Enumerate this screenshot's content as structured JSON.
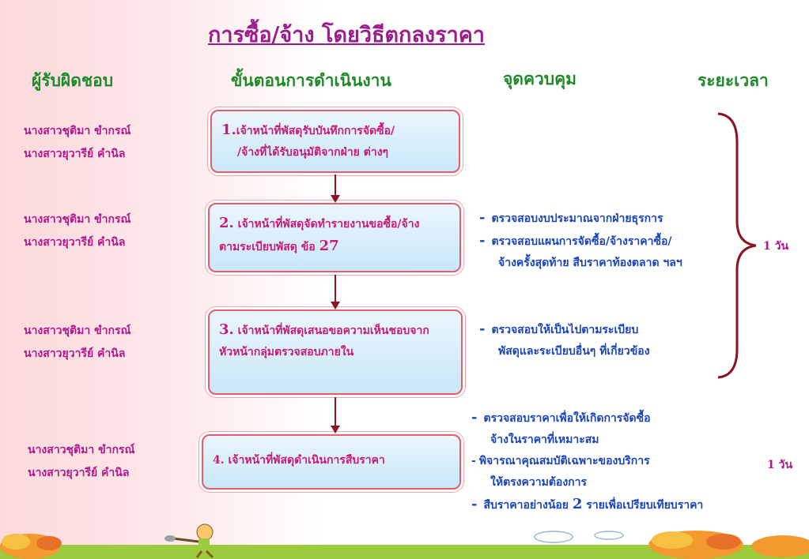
{
  "title": "การซื้อ/จ้าง โดยวิธีตกลงราคา",
  "headers": {
    "responsible": "ผู้รับผิดชอบ",
    "steps": "ขั้นตอนการดำเนินงาน",
    "control": "จุดควบคุม",
    "duration": "ระยะเวลา"
  },
  "rows": [
    {
      "responsible": [
        "นางสาวชุติมา  ขำกรณ์",
        "นางสาวยุวารีย์  คำนิล"
      ],
      "step_number": "1.",
      "step_lines": [
        "เจ้าหน้าที่พัสดุรับบันทึกการจัดซื้อ/",
        "/จ้างที่ได้รับอนุมัติจากฝ่าย ต่างๆ"
      ]
    },
    {
      "responsible": [
        "นางสาวชุติมา  ขำกรณ์",
        "นางสาวยุวารีย์  คำนิล"
      ],
      "step_number": "2.",
      "step_lines": [
        "เจ้าหน้าที่พัสดุจัดทำรายงานขอซื้อ/จ้าง",
        "ตามระเบียบพัสดุ ข้อ"
      ],
      "step_clause": "27",
      "controls": [
        {
          "dash": "-",
          "lines": [
            "ตรวจสอบงบประมาณจากฝ่ายธุรการ"
          ]
        },
        {
          "dash": "-",
          "lines": [
            "ตรวจสอบแผนการจัดซื้อ/จ้างราคาซื้อ/",
            "จ้างครั้งสุดท้าย  สืบราคาท้องตลาด  ฯลฯ"
          ]
        }
      ]
    },
    {
      "responsible": [
        "นางสาวชุติมา  ขำกรณ์",
        "นางสาวยุวารีย์  คำนิล"
      ],
      "step_number": "3.",
      "step_lines": [
        "เจ้าหน้าที่พัสดุเสนอขอความเห็นชอบจาก",
        "หัวหน้ากลุ่มตรวจสอบภายใน"
      ],
      "controls": [
        {
          "dash": "-",
          "lines": [
            "ตรวจสอบให้เป็นไปตามระเบียบ",
            "พัสดุและระเบียบอื่นๆ  ที่เกี่ยวข้อง"
          ]
        }
      ]
    },
    {
      "responsible": [
        "นางสาวชุติมา  ขำกรณ์",
        "นางสาวยุวารีย์  คำนิล"
      ],
      "step_number": "4.",
      "step_lines": [
        "เจ้าหน้าที่พัสดุดำเนินการสืบราคา"
      ],
      "controls": [
        {
          "dash": "-",
          "lines": [
            "ตรวจสอบราคาเพื่อให้เกิดการจัดซื้อ",
            "จ้างในราคาที่เหมาะสม"
          ]
        },
        {
          "dash": "-",
          "lines": [
            "พิจารณาคุณสมบัติเฉพาะของบริการ",
            "ให้ตรงความต้องการ"
          ]
        },
        {
          "dash": "-",
          "pre": "สืบราคาอย่างน้อย",
          "num": "2",
          "post": "รายเพื่อเปรียบเทียบราคา"
        }
      ],
      "duration": "1 วัน"
    }
  ],
  "group_duration": "1 วัน",
  "colors": {
    "title": "#9b1c8c",
    "header": "#1f8a2a",
    "responsible": "#b0178e",
    "step_text": "#c81a78",
    "control_text": "#1a44b8",
    "arrow": "#8a1424",
    "box_border": "#e75d6b"
  }
}
